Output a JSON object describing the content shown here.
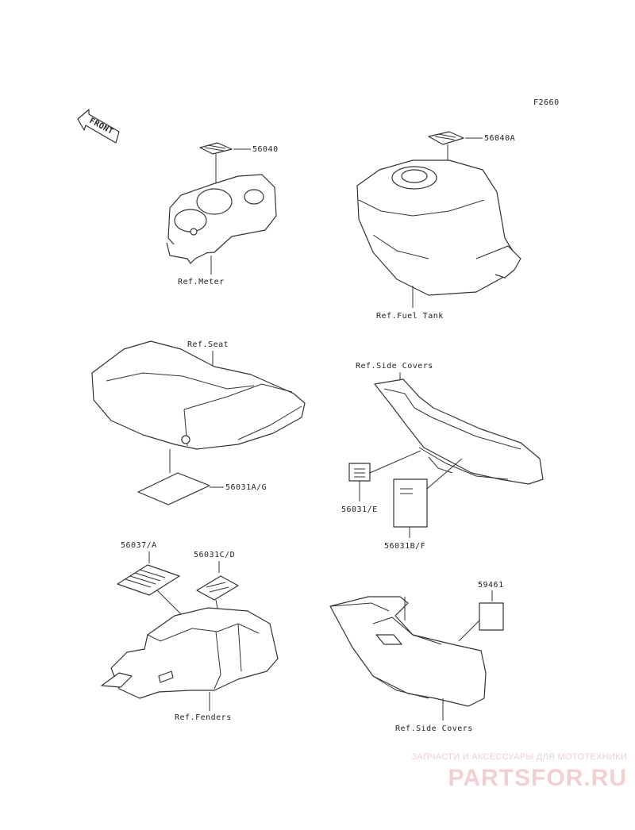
{
  "figure_code": "F2660",
  "front_label": "FRONT",
  "callouts": {
    "p56040": "56040",
    "p56040a": "56040A",
    "ref_meter": "Ref.Meter",
    "ref_fuel_tank": "Ref.Fuel Tank",
    "ref_seat": "Ref.Seat",
    "ref_side_covers_upper": "Ref.Side Covers",
    "p56031ag": "56031A/G",
    "p56031e": "56031/E",
    "p56031bf": "56031B/F",
    "p56037a": "56037/A",
    "p56031cd": "56031C/D",
    "p59461": "59461",
    "ref_fenders": "Ref.Fenders",
    "ref_side_covers_lower": "Ref.Side Covers"
  },
  "watermark": {
    "tagline": "ЗАПЧАСТИ И АКСЕССУАРЫ ДЛЯ МОТОТЕХНИКИ",
    "logo_text": "PARTSFOR.RU"
  },
  "colors": {
    "line": "#333333",
    "watermark": "#f0d0d0"
  }
}
